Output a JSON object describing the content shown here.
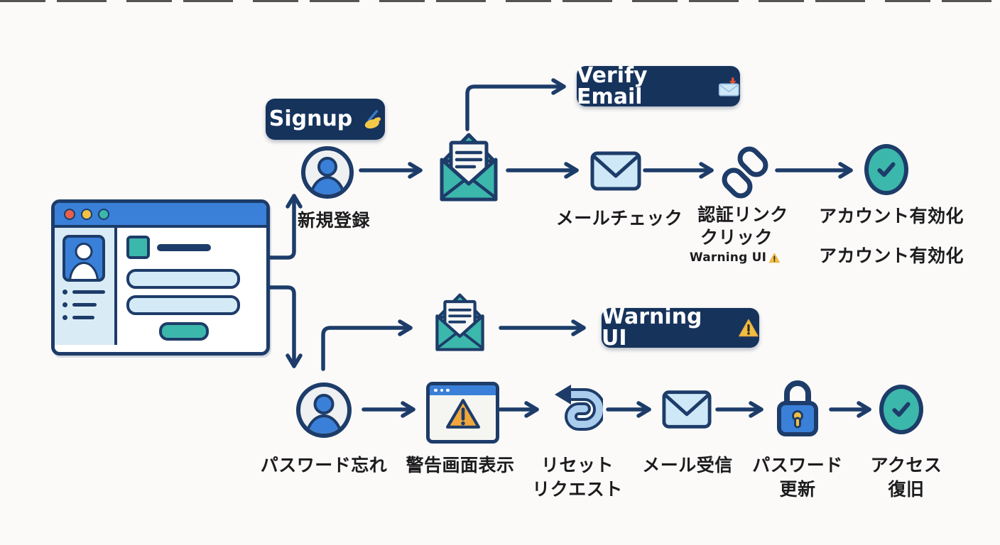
{
  "page": {
    "background": "#fbfaf9",
    "description_labels_language": "ja"
  },
  "badges": {
    "signup": {
      "label": "Signup",
      "icon": "writing-hand-icon",
      "icon_unicode": "✍️"
    },
    "verify_email": {
      "label": "Verify Email",
      "icon": "incoming-envelope-icon",
      "icon_unicode": "📩"
    },
    "warning_ui": {
      "label": "Warning UI",
      "icon": "warning-icon",
      "icon_unicode": "⚠️"
    }
  },
  "signup_flow": {
    "register_label": "新規登録",
    "mail_check_label": "メールチェック",
    "auth_link_label_line1": "認証リンク",
    "auth_link_label_line2": "クリック",
    "warning_note": {
      "label": "Warning UI",
      "icon": "warning-icon",
      "icon_unicode": "⚠️"
    },
    "activate_label": "アカウント有効化",
    "activate_label_2": "アカウント有効化"
  },
  "reset_flow": {
    "forgot_label": "パスワード忘れ",
    "warning_screen_label": "警告画面表示",
    "reset_request_label_line1": "リセット",
    "reset_request_label_line2": "リクエスト",
    "mail_receive_label": "メール受信",
    "password_update_label_line1": "パスワード",
    "password_update_label_line2": "更新",
    "access_restore_label_line1": "アクセス",
    "access_restore_label_line2": "復旧"
  },
  "icons": {
    "user-avatar-icon": "👤",
    "open-envelope-icon": "📨",
    "closed-envelope-icon": "✉",
    "link-icon": "🔗",
    "check-circle-icon": "✔",
    "browser-warning-icon": "⚠",
    "reset-arrow-icon": "↩",
    "lock-icon": "🔒",
    "writing-hand-icon": "✍️",
    "incoming-envelope-icon": "📩",
    "warning-icon": "⚠️",
    "app-window-illustration": "🖥"
  },
  "colors": {
    "navy": "#1d3c69",
    "badge_navy": "#16335c",
    "blue": "#3a80d8",
    "teal": "#3cb7ab",
    "light_blue": "#cfe8f7",
    "pale_blue": "#d9ecf6",
    "yellow": "#f2c244",
    "orange": "#f0a63c",
    "red": "#e8604c",
    "text": "#1c1c1e"
  }
}
